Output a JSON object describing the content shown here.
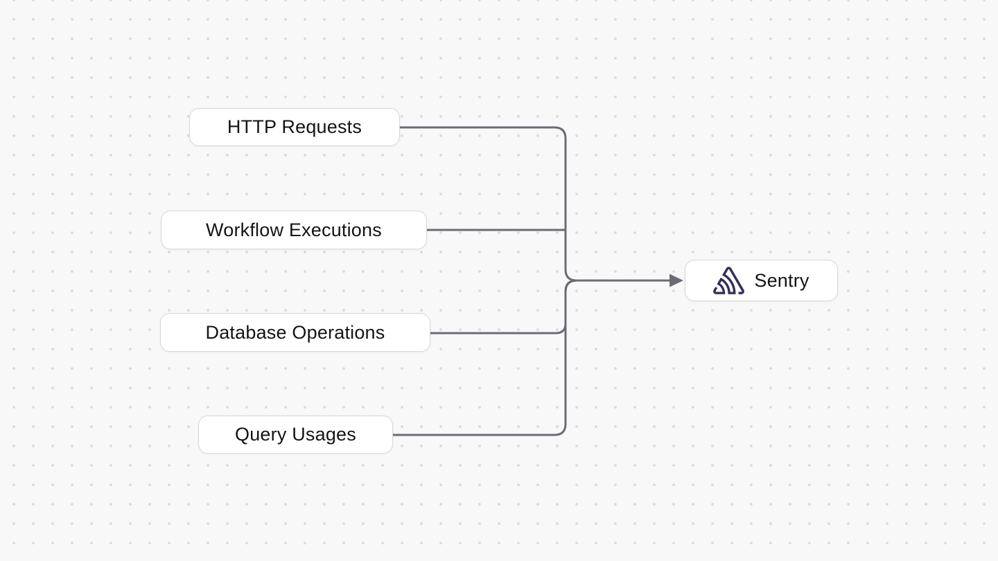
{
  "diagram": {
    "type": "flow-graph",
    "background_color": "#f8f8f9",
    "dot_grid_color": "#dbdbdf",
    "edge_color": "#6b6b74",
    "node_background": "#ffffff",
    "node_border_color": "#d8d8dc",
    "node_text_color": "#141416",
    "sentry_brand_color": "#362d59",
    "source_nodes": [
      {
        "label": "HTTP Requests"
      },
      {
        "label": "Workflow Executions"
      },
      {
        "label": "Database Operations"
      },
      {
        "label": "Query Usages"
      }
    ],
    "target_node": {
      "label": "Sentry",
      "icon": "sentry-logo-icon"
    },
    "edges": [
      {
        "from": "HTTP Requests",
        "to": "Sentry"
      },
      {
        "from": "Workflow Executions",
        "to": "Sentry"
      },
      {
        "from": "Database Operations",
        "to": "Sentry"
      },
      {
        "from": "Query Usages",
        "to": "Sentry"
      }
    ]
  }
}
